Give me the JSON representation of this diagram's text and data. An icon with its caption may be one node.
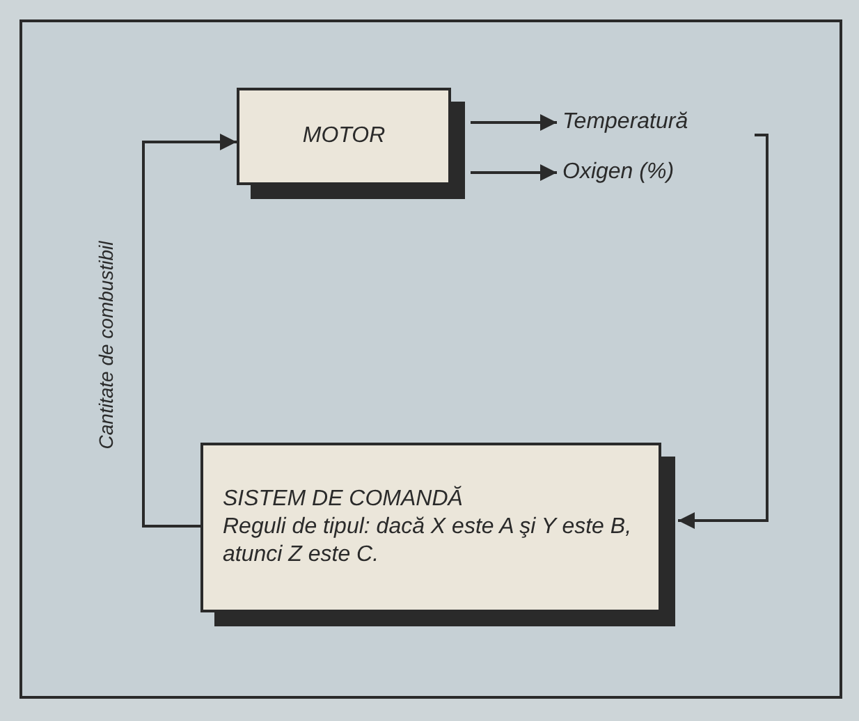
{
  "diagram": {
    "nodes": [
      {
        "text": [
          "MOTOR"
        ]
      },
      {
        "text": [
          "Temperatură"
        ]
      },
      {
        "text": [
          "Oxigen (%)"
        ]
      },
      {
        "text": [
          "SISTEM DE COMANDĂ",
          "Reguli de tipul: dacă X este A şi Y este B, atunci Z este C."
        ]
      }
    ],
    "edges": [
      {
        "from": 0,
        "to": 1,
        "arrow": "to"
      },
      {
        "from": 0,
        "to": 2,
        "arrow": "to"
      },
      {
        "from": 1,
        "to": 3,
        "arrow": "to"
      },
      {
        "from": 3,
        "to": 0,
        "arrow": "to",
        "label": "Cantitate de combustibil"
      }
    ]
  }
}
